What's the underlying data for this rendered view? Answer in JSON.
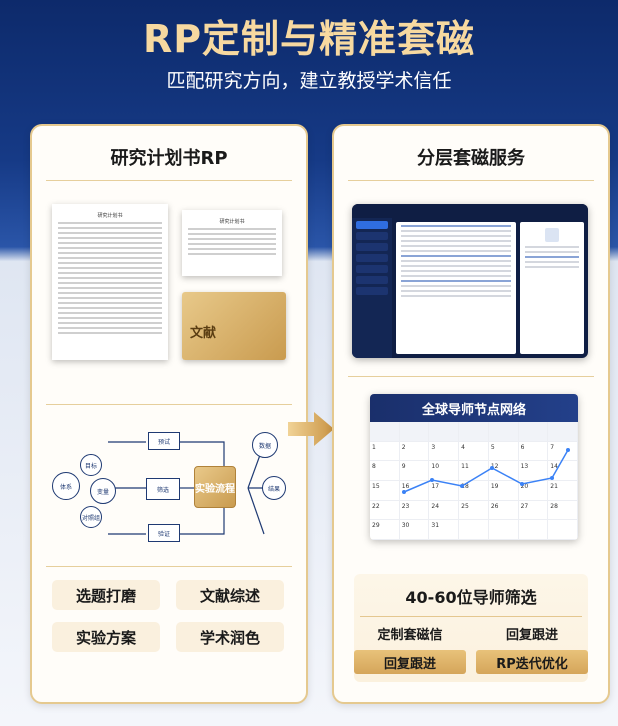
{
  "header": {
    "title": "RP定制与精准套磁",
    "subtitle": "匹配研究方向，建立教授学术信任"
  },
  "left_panel": {
    "title": "研究计划书RP",
    "doc_main_title": "研究计划书",
    "doc_small_title": "研究计划书",
    "gold_doc_label": "文献",
    "flow": {
      "center": "实验流程",
      "nodes": [
        "预试",
        "对照组",
        "目标",
        "体系",
        "变量",
        "筛选",
        "验证",
        "数据",
        "结果"
      ]
    },
    "tags": [
      "选题打磨",
      "文献综述",
      "实验方案",
      "学术润色"
    ]
  },
  "right_panel": {
    "title": "分层套磁服务",
    "calendar": {
      "title": "全球导师节点网络",
      "days": [
        [
          "1",
          "2",
          "3",
          "4",
          "5",
          "6",
          "7"
        ],
        [
          "8",
          "9",
          "10",
          "11",
          "12",
          "13",
          "14"
        ],
        [
          "15",
          "16",
          "17",
          "18",
          "19",
          "20",
          "21"
        ],
        [
          "22",
          "23",
          "24",
          "25",
          "26",
          "27",
          "28"
        ],
        [
          "29",
          "30",
          "31",
          "",
          "",
          "",
          ""
        ]
      ]
    },
    "screening": {
      "title": "40-60位导师筛选",
      "item1_top": "定制套磁信",
      "item1_bottom": "回复跟进",
      "item2_top": "回复跟进",
      "item2_bottom": "RP迭代优化"
    }
  },
  "colors": {
    "accent_gold": "#e5c98f",
    "navy": "#0d2a6b"
  }
}
